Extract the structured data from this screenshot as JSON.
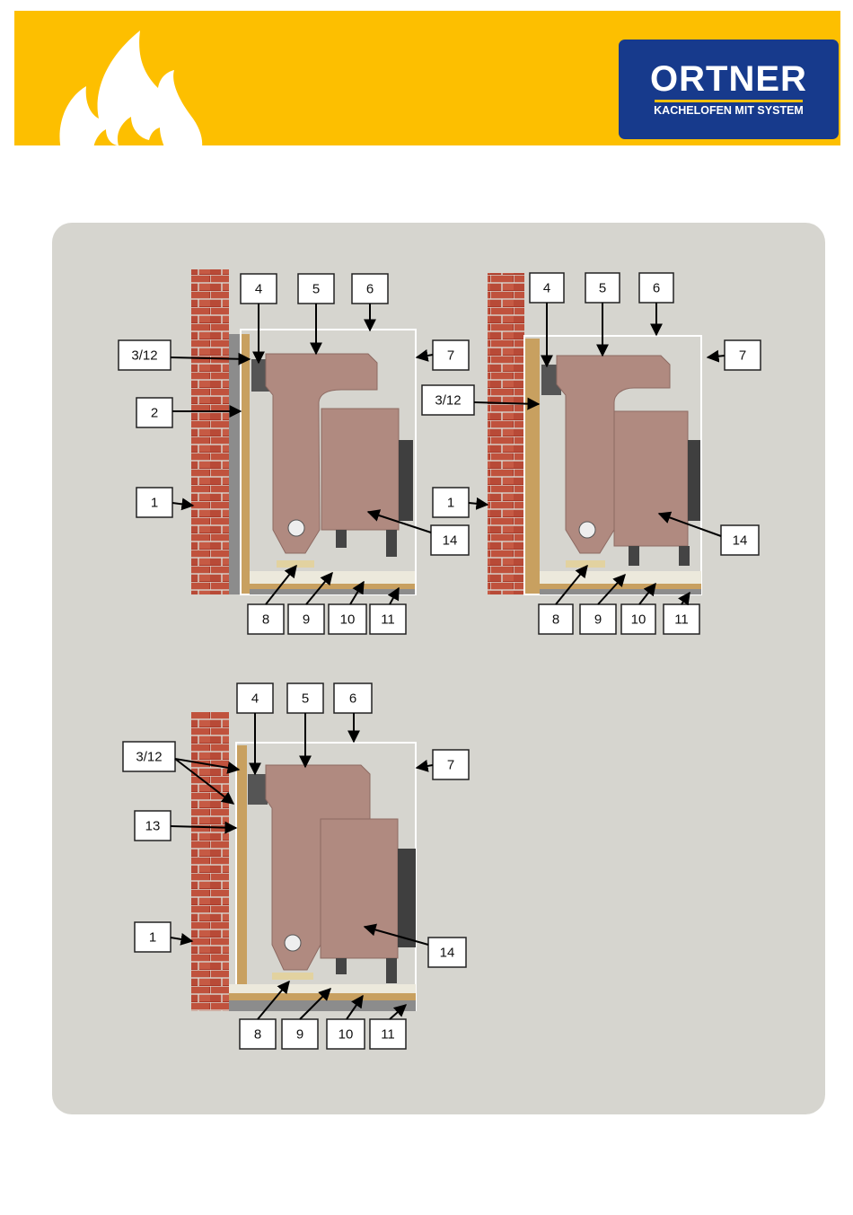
{
  "header": {
    "brand": "ORTNER",
    "tagline": "KACHELOFEN MIT SYSTEM",
    "colors": {
      "banner": "#fdbf00",
      "logo_bg": "#173a8c",
      "flame": "#ffffff"
    }
  },
  "diagram": {
    "colors": {
      "panel": "#d6d5cf",
      "brick": "#b03a2b",
      "tile": "#b08a80",
      "board": "#c8a060",
      "insulation": "#888888"
    },
    "figure_a": {
      "labels": {
        "l4": "4",
        "l5": "5",
        "l6": "6",
        "l7": "7",
        "l312": "3/12",
        "l2": "2",
        "l1": "1",
        "l14": "14",
        "l8": "8",
        "l9": "9",
        "l10": "10",
        "l11": "11"
      }
    },
    "figure_b": {
      "labels": {
        "l4": "4",
        "l5": "5",
        "l6": "6",
        "l7": "7",
        "l312": "3/12",
        "l1": "1",
        "l14": "14",
        "l8": "8",
        "l9": "9",
        "l10": "10",
        "l11": "11"
      }
    },
    "figure_c": {
      "labels": {
        "l4": "4",
        "l5": "5",
        "l6": "6",
        "l7": "7",
        "l312": "3/12",
        "l13": "13",
        "l1": "1",
        "l14": "14",
        "l8": "8",
        "l9": "9",
        "l10": "10",
        "l11": "11"
      }
    }
  }
}
